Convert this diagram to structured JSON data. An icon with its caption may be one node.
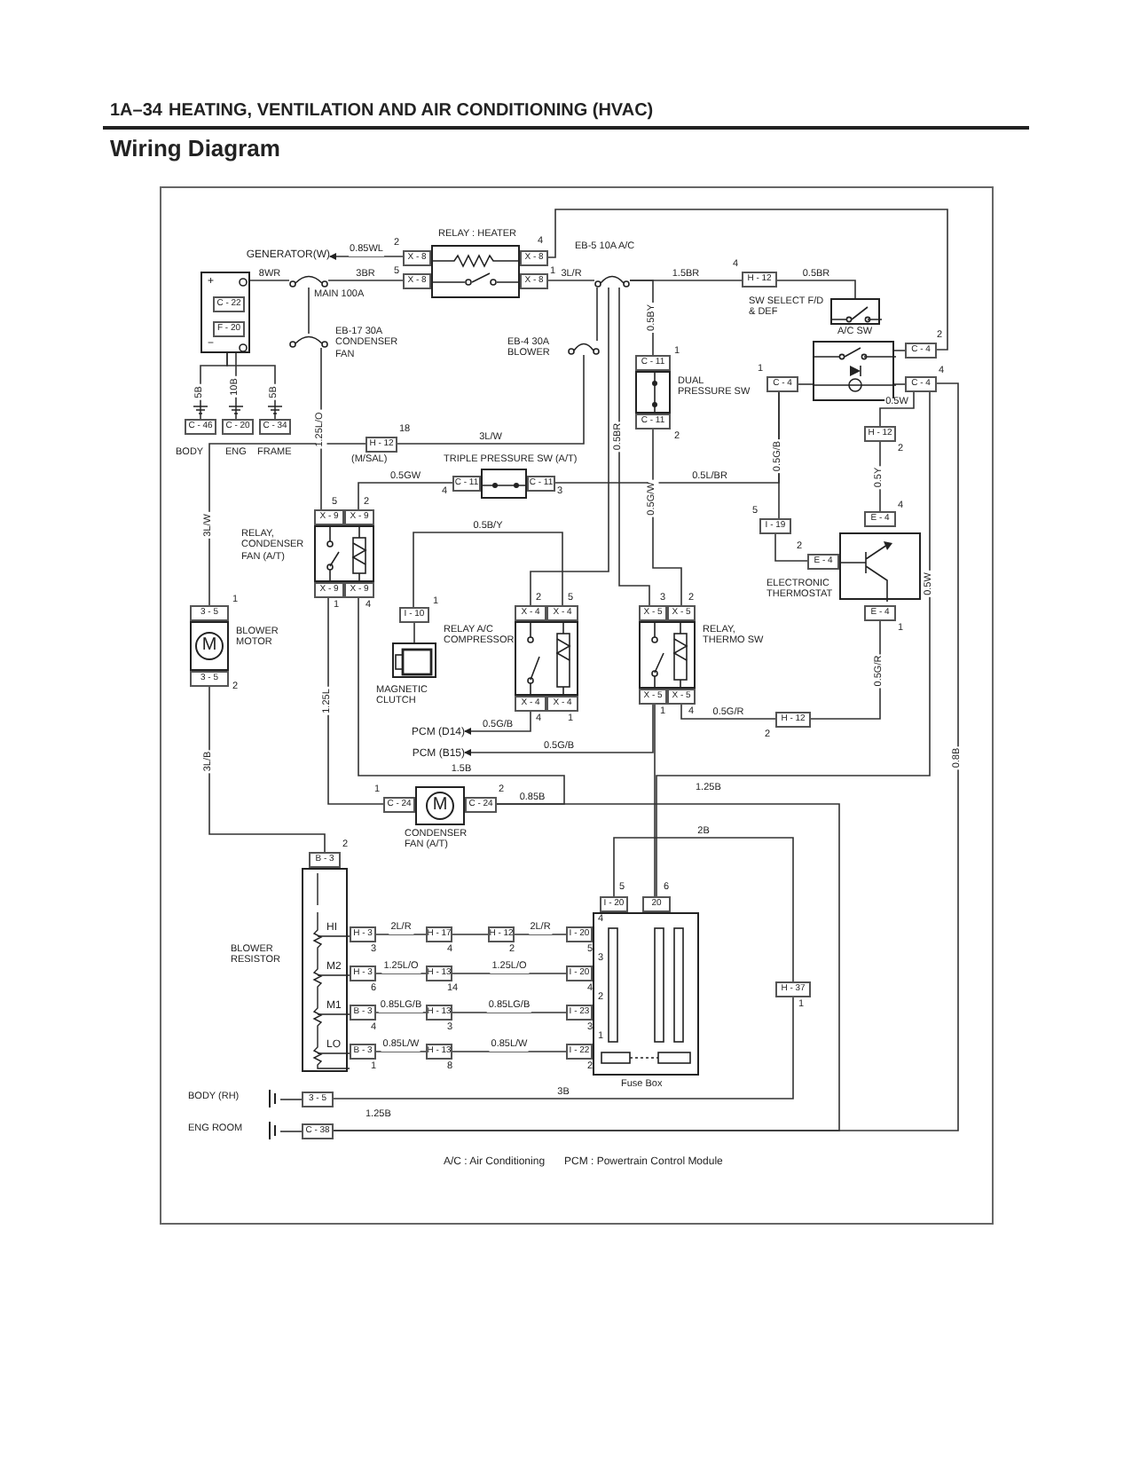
{
  "diagram": {
    "title": "Wiring Diagram",
    "nodes": [
      {
        "text": [
          "+",
          "−"
        ]
      },
      {
        "text": [
          "C - 22"
        ],
        "in": 0
      },
      {
        "text": [
          "F - 20"
        ],
        "in": 0
      },
      {
        "text": [
          "C - 46"
        ],
        "beside": [
          "BODY"
        ]
      },
      {
        "text": [
          "C - 20"
        ],
        "beside": [
          "ENG"
        ]
      },
      {
        "text": [
          "C - 34"
        ],
        "beside": [
          "FRAME"
        ]
      },
      {
        "text": [],
        "shape": "fuse",
        "beside": [
          "MAIN 100A"
        ]
      },
      {
        "text": [],
        "shape": "fuse",
        "beside": [
          "EB-17 30A CONDENSER FAN"
        ]
      },
      {
        "text": [],
        "shape": "box",
        "beside": [
          "RELAY : HEATER"
        ]
      },
      {
        "text": [
          "X - 8"
        ],
        "beside": [
          "2"
        ]
      },
      {
        "text": [
          "X - 8"
        ],
        "beside": [
          "5"
        ]
      },
      {
        "text": [
          "X - 8"
        ],
        "beside": [
          "4"
        ]
      },
      {
        "text": [
          "X - 8"
        ],
        "beside": [
          "1"
        ]
      },
      {
        "text": [],
        "shape": "fuse",
        "beside": [
          "EB-5 10A A/C"
        ]
      },
      {
        "text": [],
        "shape": "fuse",
        "beside": [
          "EB-4 30A BLOWER"
        ]
      },
      {
        "text": [
          "H - 12"
        ],
        "beside": [
          "18",
          "(M/SAL)"
        ]
      },
      {
        "text": [
          "C - 11"
        ],
        "beside": [
          "4"
        ]
      },
      {
        "text": [],
        "shape": "box",
        "beside": [
          "TRIPLE PRESSURE SW (A/T)"
        ]
      },
      {
        "text": [
          "C - 11"
        ],
        "beside": [
          "3"
        ]
      },
      {
        "text": [],
        "shape": "box",
        "beside": [
          "RELAY, CONDENSER FAN (A/T)"
        ]
      },
      {
        "text": [
          "X - 9"
        ],
        "beside": [
          "5"
        ]
      },
      {
        "text": [
          "X - 9"
        ],
        "beside": [
          "2"
        ]
      },
      {
        "text": [
          "X - 9"
        ],
        "beside": [
          "1"
        ]
      },
      {
        "text": [
          "X - 9"
        ],
        "beside": [
          "4"
        ]
      },
      {
        "text": [
          "M"
        ],
        "beside": [
          "BLOWER MOTOR"
        ]
      },
      {
        "text": [
          "3 - 5"
        ],
        "beside": [
          "1"
        ]
      },
      {
        "text": [
          "3 - 5"
        ],
        "beside": [
          "2"
        ]
      },
      {
        "text": [
          "I - 10"
        ],
        "beside": [
          "1"
        ]
      },
      {
        "text": [],
        "shape": "box",
        "beside": [
          "MAGNETIC CLUTCH"
        ]
      },
      {
        "text": [],
        "shape": "box",
        "beside": [
          "RELAY A/C COMPRESSOR"
        ]
      },
      {
        "text": [
          "X - 4"
        ],
        "beside": [
          "2"
        ]
      },
      {
        "text": [
          "X - 4"
        ],
        "beside": [
          "5"
        ]
      },
      {
        "text": [
          "X - 4"
        ],
        "beside": [
          "4"
        ]
      },
      {
        "text": [
          "X - 4"
        ],
        "beside": [
          "1"
        ]
      },
      {
        "text": [
          "PCM (D14)"
        ]
      },
      {
        "text": [
          "PCM (B15)"
        ]
      },
      {
        "text": [
          "C - 11"
        ],
        "beside": [
          "1"
        ]
      },
      {
        "text": [],
        "shape": "box",
        "beside": [
          "DUAL PRESSURE SW"
        ]
      },
      {
        "text": [
          "C - 11"
        ],
        "beside": [
          "2"
        ]
      },
      {
        "text": [],
        "shape": "box",
        "beside": [
          "SW SELECT F/D & DEF"
        ]
      },
      {
        "text": [],
        "shape": "box",
        "beside": [
          "A/C SW"
        ]
      },
      {
        "text": [
          "C - 4"
        ],
        "beside": [
          "1"
        ]
      },
      {
        "text": [
          "C - 4"
        ],
        "beside": [
          "2"
        ]
      },
      {
        "text": [
          "C - 4"
        ],
        "beside": [
          "4"
        ]
      },
      {
        "text": [
          "H - 12"
        ],
        "beside": [
          "4"
        ]
      },
      {
        "text": [
          "H - 12"
        ],
        "beside": [
          "2"
        ]
      },
      {
        "text": [
          "I - 19"
        ],
        "beside": [
          "5"
        ]
      },
      {
        "text": [
          "E - 4"
        ],
        "beside": [
          "4"
        ]
      },
      {
        "text": [],
        "shape": "box",
        "beside": [
          "ELECTRONIC THERMOSTAT"
        ]
      },
      {
        "text": [
          "E - 4"
        ],
        "beside": [
          "2"
        ]
      },
      {
        "text": [
          "E - 4"
        ],
        "beside": [
          "1"
        ]
      },
      {
        "text": [],
        "shape": "box",
        "beside": [
          "RELAY, THERMO SW"
        ]
      },
      {
        "text": [
          "X - 5"
        ],
        "beside": [
          "3"
        ]
      },
      {
        "text": [
          "X - 5"
        ],
        "beside": [
          "2"
        ]
      },
      {
        "text": [
          "X - 5"
        ],
        "beside": [
          "1"
        ]
      },
      {
        "text": [
          "X - 5"
        ],
        "beside": [
          "4"
        ]
      },
      {
        "text": [
          "H - 12"
        ],
        "beside": [
          "2"
        ]
      },
      {
        "text": [
          "M"
        ],
        "beside": [
          "CONDENSER FAN (A/T)"
        ]
      },
      {
        "text": [
          "C - 24"
        ],
        "beside": [
          "1"
        ]
      },
      {
        "text": [
          "C - 24"
        ],
        "beside": [
          "2"
        ]
      },
      {
        "text": [
          "HI",
          "M2",
          "M1",
          "LO"
        ],
        "beside": [
          "BLOWER RESISTOR"
        ]
      },
      {
        "text": [
          "B - 3"
        ],
        "beside": [
          "2"
        ]
      },
      {
        "text": [
          "H - 3"
        ],
        "beside": [
          "3"
        ]
      },
      {
        "text": [
          "H - 17"
        ],
        "beside": [
          "4"
        ]
      },
      {
        "text": [
          "H - 12"
        ],
        "beside": [
          "2"
        ]
      },
      {
        "text": [
          "I - 20"
        ],
        "beside": [
          "5"
        ]
      },
      {
        "text": [
          "H - 3"
        ],
        "beside": [
          "6"
        ]
      },
      {
        "text": [
          "H - 13"
        ],
        "beside": [
          "14"
        ]
      },
      {
        "text": [
          "I - 20"
        ],
        "beside": [
          "4"
        ]
      },
      {
        "text": [
          "B - 3"
        ],
        "beside": [
          "4"
        ]
      },
      {
        "text": [
          "H - 13"
        ],
        "beside": [
          "3"
        ]
      },
      {
        "text": [
          "I - 23"
        ],
        "beside": [
          "3"
        ]
      },
      {
        "text": [
          "B - 3"
        ],
        "beside": [
          "1"
        ]
      },
      {
        "text": [
          "H - 13"
        ],
        "beside": [
          "8"
        ]
      },
      {
        "text": [
          "I - 22"
        ],
        "beside": [
          "2"
        ]
      },
      {
        "text": [],
        "shape": "box",
        "beside": [
          "Fuse Box"
        ]
      },
      {
        "text": [
          "I - 20"
        ],
        "beside": [
          "5"
        ]
      },
      {
        "text": [
          "20"
        ],
        "beside": [
          "6"
        ]
      },
      {
        "text": [
          "H - 37"
        ],
        "beside": [
          "1"
        ]
      },
      {
        "text": [],
        "shape": "ground",
        "beside": [
          "BODY (RH)"
        ]
      },
      {
        "text": [
          "3 - 5"
        ]
      },
      {
        "text": [],
        "shape": "ground",
        "beside": [
          "ENG ROOM"
        ]
      },
      {
        "text": [
          "C - 38"
        ]
      },
      {
        "text": [
          "GENERATOR(W)"
        ]
      }
    ],
    "edges": [
      {
        "from": 0,
        "to": 3,
        "arrow": "none",
        "label": "5B"
      },
      {
        "from": 0,
        "to": 4,
        "arrow": "none",
        "label": "10B"
      },
      {
        "from": 0,
        "to": 5,
        "arrow": "none",
        "label": "5B"
      },
      {
        "from": 0,
        "to": 6,
        "arrow": "none",
        "label": "8WR"
      },
      {
        "from": 6,
        "to": 10,
        "arrow": "none",
        "label": "3BR"
      },
      {
        "from": 9,
        "to": 83,
        "arrow": "to",
        "label": "0.85WL"
      },
      {
        "from": 6,
        "to": 7,
        "arrow": "none"
      },
      {
        "from": 7,
        "to": 20,
        "arrow": "none",
        "label": "1.25L/O"
      },
      {
        "from": 12,
        "to": 13,
        "arrow": "none",
        "label": "3L/R"
      },
      {
        "from": 13,
        "to": 14,
        "arrow": "none"
      },
      {
        "from": 14,
        "to": 15,
        "arrow": "none",
        "label": "3L/W"
      },
      {
        "from": 15,
        "to": 25,
        "arrow": "none",
        "label": "3L/W"
      },
      {
        "from": 26,
        "to": 61,
        "arrow": "none",
        "label": "3L/B"
      },
      {
        "from": 11,
        "to": 42,
        "arrow": "none"
      },
      {
        "from": 43,
        "to": 82,
        "arrow": "none",
        "label": "0.8B"
      },
      {
        "from": 13,
        "to": 44,
        "arrow": "none",
        "label": "1.5BR"
      },
      {
        "from": 44,
        "to": 39,
        "arrow": "none",
        "label": "0.5BR"
      },
      {
        "from": 13,
        "to": 36,
        "arrow": "none",
        "label": "0.5BY"
      },
      {
        "from": 13,
        "to": 52,
        "arrow": "none",
        "label": "0.5BR"
      },
      {
        "from": 38,
        "to": 53,
        "arrow": "none",
        "label": "0.5G/W"
      },
      {
        "from": 16,
        "to": 21,
        "arrow": "none",
        "label": "0.5GW"
      },
      {
        "from": 18,
        "to": 41,
        "arrow": "none",
        "label": "0.5L/BR"
      },
      {
        "from": 41,
        "to": 46,
        "arrow": "none",
        "label": "0.5G/B"
      },
      {
        "from": 46,
        "to": 49,
        "arrow": "none"
      },
      {
        "from": 41,
        "to": 40,
        "arrow": "none"
      },
      {
        "from": 40,
        "to": 43,
        "arrow": "none"
      },
      {
        "from": 40,
        "to": 42,
        "arrow": "none"
      },
      {
        "from": 43,
        "to": 45,
        "arrow": "none",
        "label": "0.5W"
      },
      {
        "from": 45,
        "to": 47,
        "arrow": "none",
        "label": "0.5Y"
      },
      {
        "from": 50,
        "to": 56,
        "arrow": "none",
        "label": "0.5G/R"
      },
      {
        "from": 56,
        "to": 55,
        "arrow": "none",
        "label": "0.5G/R"
      },
      {
        "from": 54,
        "to": 35,
        "arrow": "to",
        "label": "0.5G/B"
      },
      {
        "from": 54,
        "to": 77,
        "arrow": "none"
      },
      {
        "from": 77,
        "to": 43,
        "arrow": "none",
        "label": "0.5W"
      },
      {
        "from": 76,
        "to": 78,
        "arrow": "none",
        "label": "2B"
      },
      {
        "from": 59,
        "to": 82,
        "arrow": "none",
        "label": "0.85B"
      },
      {
        "from": 78,
        "to": 80,
        "arrow": "none",
        "label": "3B"
      },
      {
        "from": 23,
        "to": 59,
        "arrow": "none",
        "label": "1.5B"
      },
      {
        "from": 22,
        "to": 58,
        "arrow": "none",
        "label": "1.25L"
      },
      {
        "from": 30,
        "to": 13,
        "arrow": "none"
      },
      {
        "from": 27,
        "to": 31,
        "arrow": "none",
        "label": "0.5B/Y"
      },
      {
        "from": 28,
        "to": 27,
        "arrow": "none"
      },
      {
        "from": 32,
        "to": 34,
        "arrow": "to",
        "label": "0.5G/B"
      },
      {
        "from": 62,
        "to": 63,
        "arrow": "none",
        "label": "2L/R"
      },
      {
        "from": 63,
        "to": 64,
        "arrow": "none"
      },
      {
        "from": 64,
        "to": 65,
        "arrow": "none",
        "label": "2L/R"
      },
      {
        "from": 66,
        "to": 67,
        "arrow": "none",
        "label": "1.25L/O"
      },
      {
        "from": 67,
        "to": 68,
        "arrow": "none",
        "label": "1.25L/O"
      },
      {
        "from": 69,
        "to": 70,
        "arrow": "none",
        "label": "0.85LG/B"
      },
      {
        "from": 70,
        "to": 71,
        "arrow": "none",
        "label": "0.85LG/B"
      },
      {
        "from": 72,
        "to": 73,
        "arrow": "none",
        "label": "0.85L/W"
      },
      {
        "from": 73,
        "to": 74,
        "arrow": "none",
        "label": "0.85L/W"
      },
      {
        "from": 79,
        "to": 80,
        "arrow": "none"
      },
      {
        "from": 81,
        "to": 82,
        "arrow": "none"
      }
    ],
    "labels": [
      "1A–34",
      "HEATING, VENTILATION AND AIR CONDITIONING (HVAC)",
      "1.25B",
      "1.25B",
      "4",
      "3",
      "2",
      "1",
      "A/C : Air Conditioning",
      "PCM : Powertrain Control Module"
    ]
  }
}
